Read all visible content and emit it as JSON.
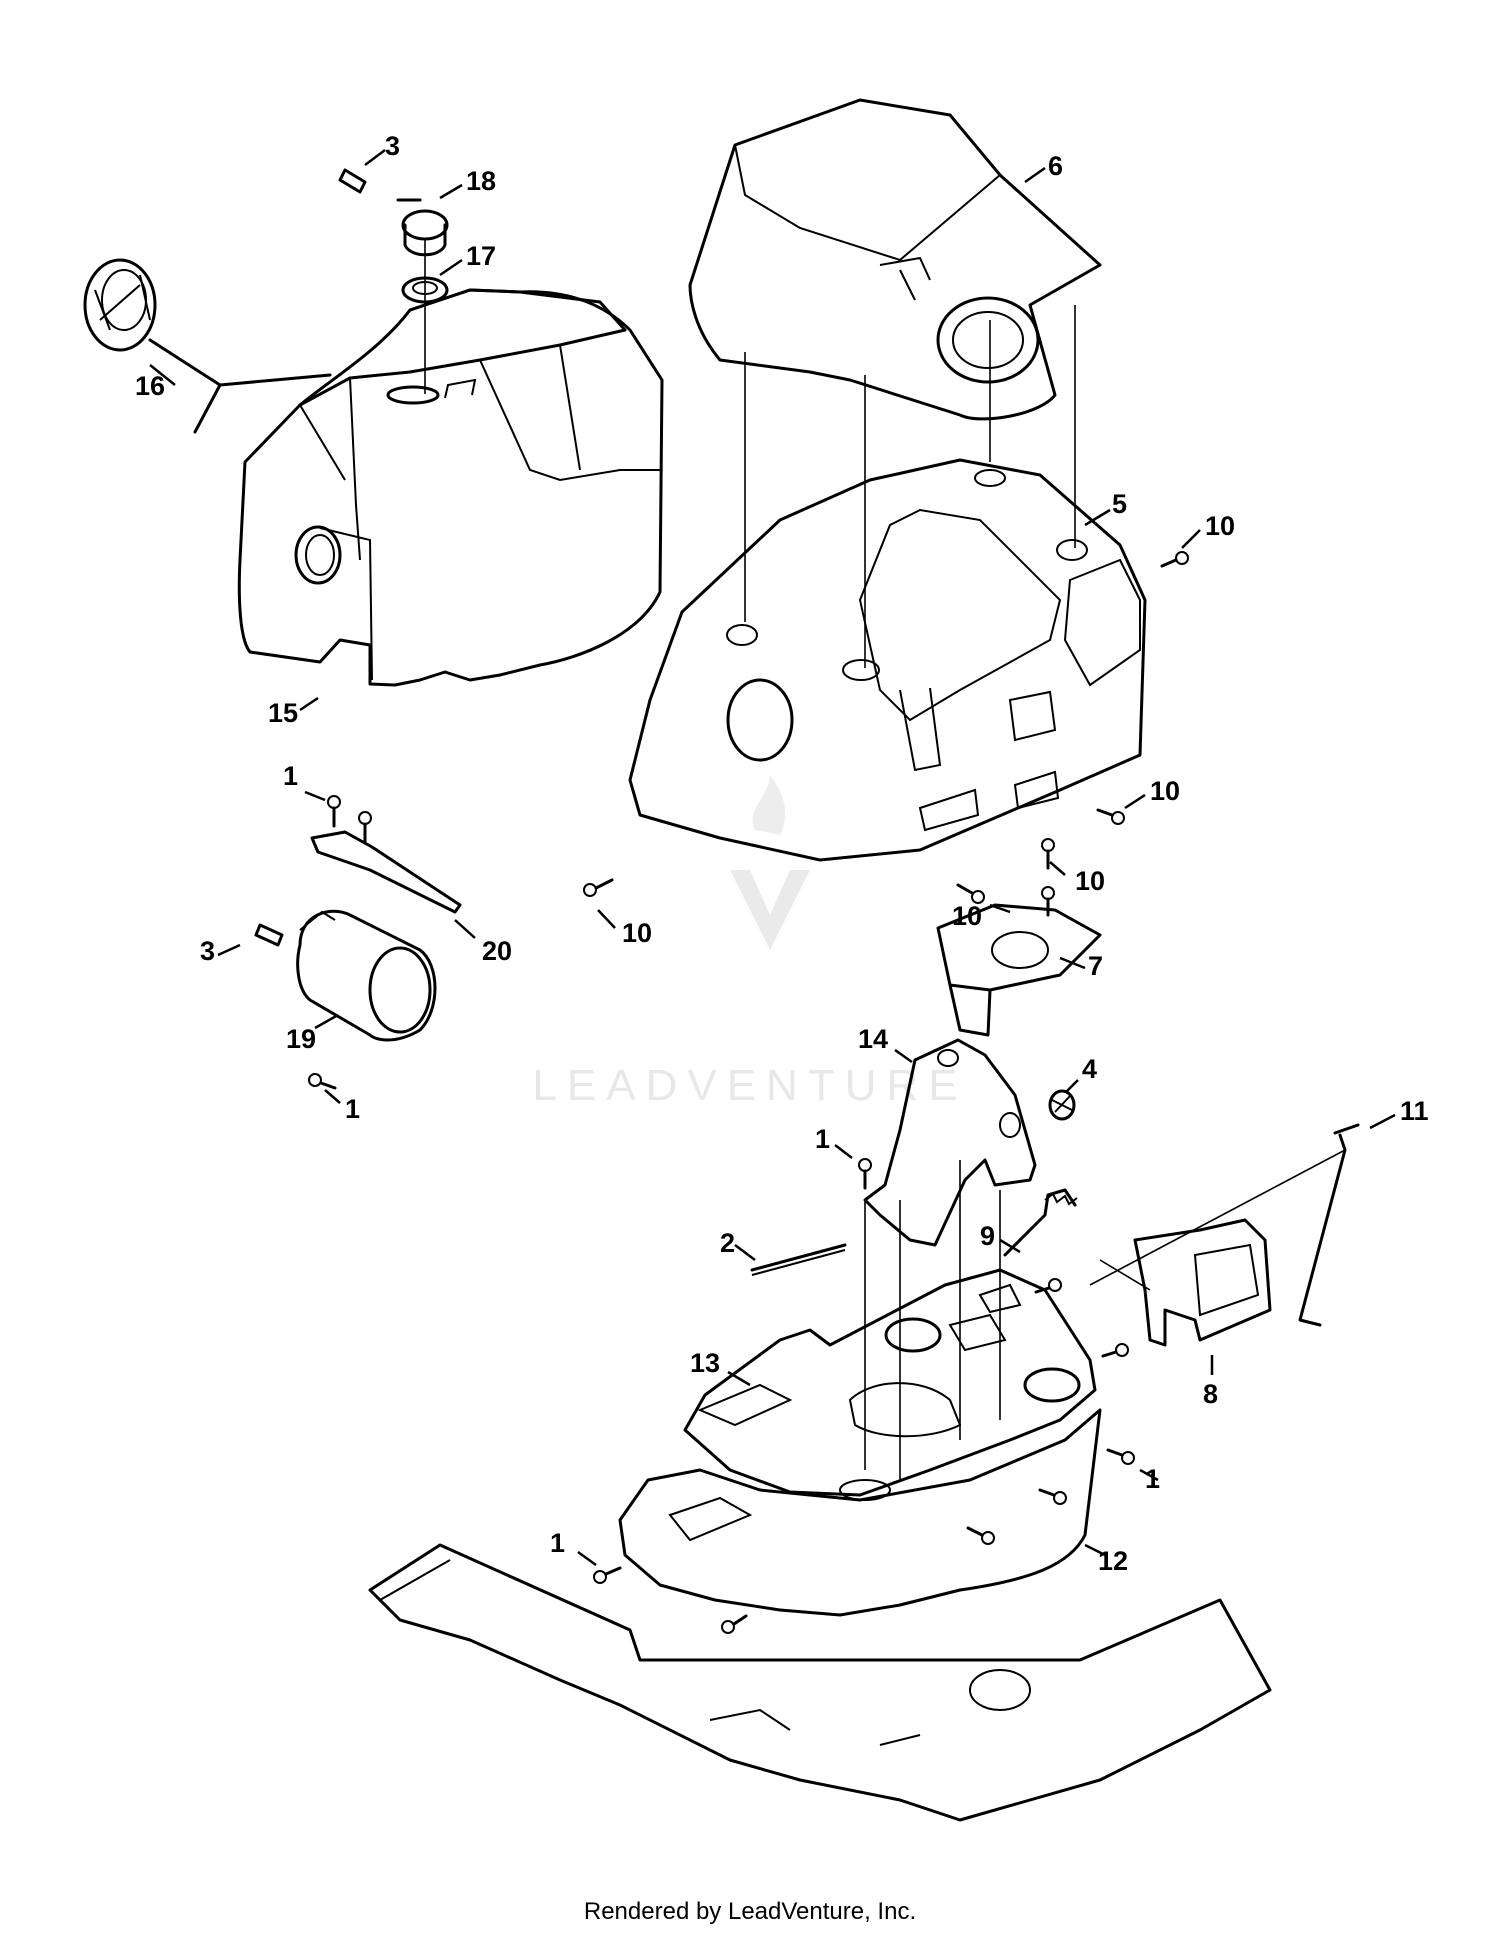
{
  "watermark": {
    "text": "LEADVENTURE"
  },
  "footer": {
    "text": "Rendered by LeadVenture, Inc."
  },
  "callouts": {
    "c3a": "3",
    "c18": "18",
    "c17": "17",
    "c16": "16",
    "c15": "15",
    "c6": "6",
    "c5": "5",
    "c10a": "10",
    "c10b": "10",
    "c10c": "10",
    "c10d": "10",
    "c10e": "10",
    "c1a": "1",
    "c20": "20",
    "c3b": "3",
    "c19": "19",
    "c1b": "1",
    "c7": "7",
    "c14": "14",
    "c4": "4",
    "c11": "11",
    "c1c": "1",
    "c2": "2",
    "c9": "9",
    "c8": "8",
    "c13": "13",
    "c1d": "1",
    "c1e": "1",
    "c12": "12"
  },
  "parts": [
    {
      "ref": "1",
      "icon": "screw-icon"
    },
    {
      "ref": "2",
      "icon": "pin-icon"
    },
    {
      "ref": "3",
      "icon": "bushing-icon"
    },
    {
      "ref": "4",
      "icon": "grommet-icon"
    },
    {
      "ref": "5",
      "icon": "console-icon"
    },
    {
      "ref": "6",
      "icon": "dash-panel-icon"
    },
    {
      "ref": "7",
      "icon": "cup-holder-icon"
    },
    {
      "ref": "8",
      "icon": "pedal-icon"
    },
    {
      "ref": "9",
      "icon": "spring-icon"
    },
    {
      "ref": "10",
      "icon": "screw-icon"
    },
    {
      "ref": "11",
      "icon": "rod-icon"
    },
    {
      "ref": "12",
      "icon": "front-cover-icon"
    },
    {
      "ref": "13",
      "icon": "shroud-icon"
    },
    {
      "ref": "14",
      "icon": "bracket-icon"
    },
    {
      "ref": "15",
      "icon": "fuel-tank-icon"
    },
    {
      "ref": "16",
      "icon": "fuel-cap-icon"
    },
    {
      "ref": "17",
      "icon": "grommet-icon"
    },
    {
      "ref": "18",
      "icon": "valve-icon"
    },
    {
      "ref": "19",
      "icon": "canister-icon"
    },
    {
      "ref": "20",
      "icon": "bracket-icon"
    }
  ]
}
